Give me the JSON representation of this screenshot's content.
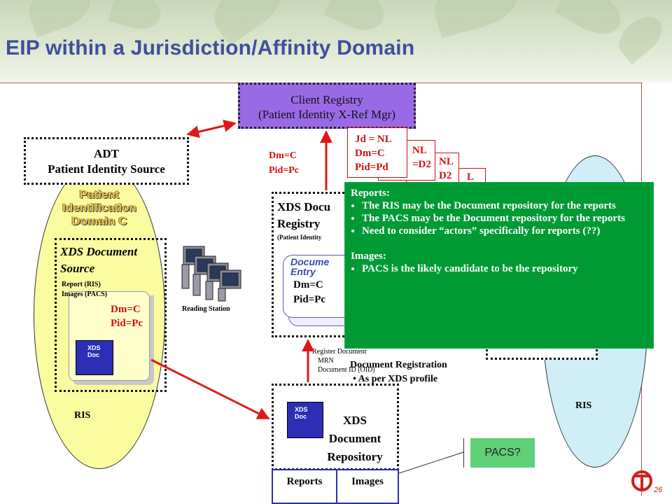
{
  "title": "EIP within a Jurisdiction/Affinity Domain",
  "client_registry": {
    "line1": "Client Registry",
    "line2": "(Patient Identity X-Ref Mgr)"
  },
  "adt": {
    "line1": "ADT",
    "line2": "Patient Identity Source"
  },
  "domain_c": {
    "line1": "Patient",
    "line2": "Identification",
    "line3": "Domain C"
  },
  "xds_source": {
    "line1": "XDS Document",
    "line2": "Source",
    "sub1": "Report (RIS)",
    "sub2": "Images (PACS)",
    "dm": "Dm=C",
    "pid": "Pid=Pc",
    "doc1": "XDS",
    "doc2": "Doc"
  },
  "ris_left": "RIS",
  "ris_right": "RIS",
  "reading_station": "Reading Station",
  "dm_pid_mid": {
    "dm": "Dm=C",
    "pid": "Pid=Pc"
  },
  "nl_card": {
    "jd": "Jd = NL",
    "dm": "Dm=C",
    "pid": "Pid=Pd"
  },
  "nl_card2": {
    "a": "NL",
    "b": "=D2"
  },
  "nl_card3": {
    "a": "NL",
    "b": "D2"
  },
  "nl_card4": {
    "a": "L"
  },
  "registry": {
    "line1": "XDS Docu",
    "line2": "Registry",
    "sub": "(Patient Identity",
    "entry1": "Docume",
    "entry2": "Entry",
    "dm": "Dm=C",
    "pid": "Pid=Pc"
  },
  "right_box_fragment": "",
  "register_doc": {
    "l1": "Register Document",
    "l2": "MRN",
    "l3": "Document ID (OID)"
  },
  "doc_registration": {
    "title": "Document Registration",
    "bullet": "As per XDS profile"
  },
  "repository": {
    "line1": "XDS",
    "line2": "Document",
    "line3": "Repository",
    "doc1": "XDS",
    "doc2": "Doc"
  },
  "table": {
    "col1": "Reports",
    "col2": "Images"
  },
  "pacs": "PACS?",
  "popup": {
    "heading1": "Reports:",
    "bullets1": [
      "The RIS may be the Document repository for the reports",
      "The PACS may be the Document repository for the reports",
      "Need to consider “actors” specifically for reports (??)"
    ],
    "heading2": "Images:",
    "bullets2": [
      "PACS is the likely candidate to be the repository"
    ]
  },
  "page_number": "26"
}
